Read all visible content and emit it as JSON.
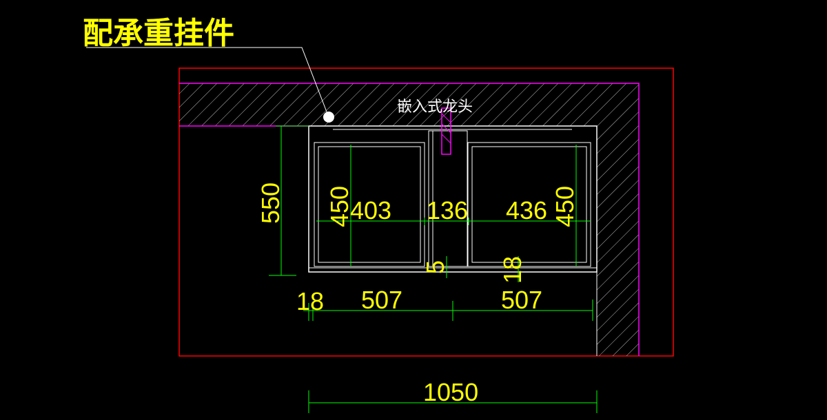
{
  "title": "配承重挂件",
  "faucet_label": "嵌入式龙头",
  "dimensions": {
    "height_550": "550",
    "left_inner_height": "450",
    "left_inner_width": "403",
    "middle_gap": "136",
    "right_inner_width": "436",
    "right_inner_height": "450",
    "small_gap": "5",
    "right_bottom_18": "18",
    "left_18": "18",
    "left_bottom_507": "507",
    "right_bottom_507": "507",
    "total_1050": "1050"
  },
  "colors": {
    "background": "#000000",
    "dimension_text": "#ffff00",
    "dimension_line": "#00ff00",
    "outer_frame": "#ff0000",
    "wall": "#ff00ff",
    "cabinet": "#ffffff"
  }
}
